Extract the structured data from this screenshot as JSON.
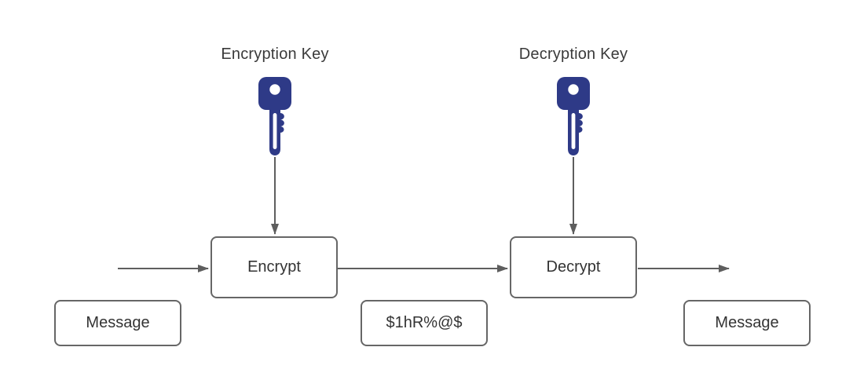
{
  "labels": {
    "encryption_key": "Encryption Key",
    "decryption_key": "Decryption Key"
  },
  "nodes": {
    "encrypt": {
      "label": "Encrypt"
    },
    "decrypt": {
      "label": "Decrypt"
    },
    "message_input": {
      "label": "Message"
    },
    "ciphertext": {
      "label": "$1hR%@$"
    },
    "message_output": {
      "label": "Message"
    }
  },
  "arrows": [
    {
      "name": "encryption-key-to-encrypt",
      "direction": "down"
    },
    {
      "name": "decryption-key-to-decrypt",
      "direction": "down"
    },
    {
      "name": "input-into-encrypt",
      "direction": "right"
    },
    {
      "name": "encrypt-to-decrypt",
      "direction": "right"
    },
    {
      "name": "out-of-decrypt",
      "direction": "right"
    }
  ],
  "icons": {
    "encryption_key": "key-icon",
    "decryption_key": "key-icon"
  },
  "colors": {
    "background": "#ffffff",
    "key_fill": "#2e3a87",
    "shape_border": "#666666",
    "arrow_stroke": "#5e5e5e",
    "text": "#333333"
  }
}
